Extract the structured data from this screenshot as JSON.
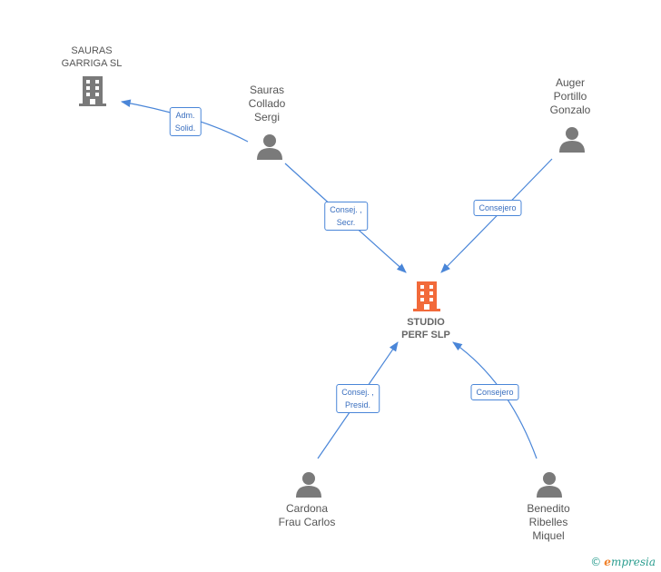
{
  "colors": {
    "edge": "#4a86d8",
    "person_icon": "#7a7a7a",
    "company_icon": "#7a7a7a",
    "main_company_icon": "#f26a3a"
  },
  "nodes": {
    "studio": {
      "line1": "STUDIO",
      "line2": "PERF  SLP",
      "icon": "building-icon"
    },
    "sauras_garriga": {
      "line1": "SAURAS",
      "line2": "GARRIGA  SL",
      "icon": "building-icon"
    },
    "sauras_collado": {
      "line1": "Sauras",
      "line2": "Collado",
      "line3": "Sergi",
      "icon": "person-icon"
    },
    "auger": {
      "line1": "Auger",
      "line2": "Portillo",
      "line3": "Gonzalo",
      "icon": "person-icon"
    },
    "cardona": {
      "line1": "Cardona",
      "line2": "Frau Carlos",
      "icon": "person-icon"
    },
    "benedito": {
      "line1": "Benedito",
      "line2": "Ribelles",
      "line3": "Miquel",
      "icon": "person-icon"
    }
  },
  "edges": {
    "adm": {
      "line1": "Adm.",
      "line2": "Solid."
    },
    "consej_secr": {
      "line1": "Consej. ,",
      "line2": "Secr."
    },
    "consejero_auger": {
      "line1": "Consejero"
    },
    "consej_presid": {
      "line1": "Consej. ,",
      "line2": "Presid."
    },
    "consejero_benedito": {
      "line1": "Consejero"
    }
  },
  "footer": {
    "copyright": "©",
    "brand_e": "e",
    "brand_rest": "mpresia"
  }
}
